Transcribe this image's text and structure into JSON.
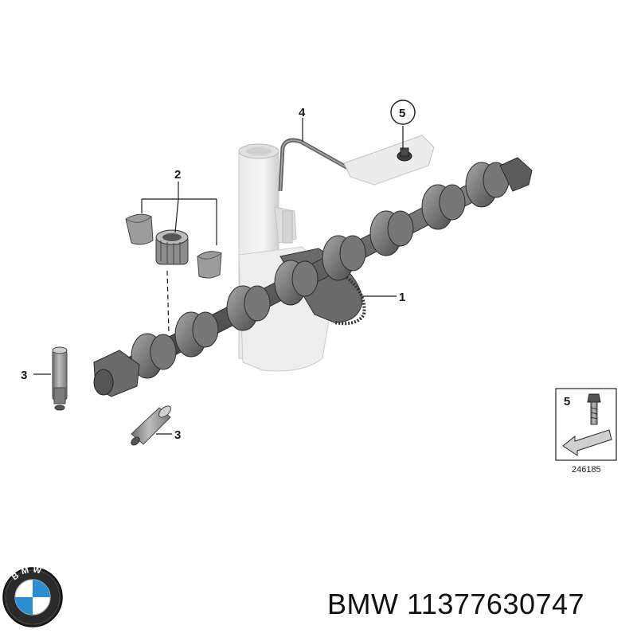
{
  "callouts": {
    "c1": "1",
    "c2": "2",
    "c3a": "3",
    "c3b": "3",
    "c4": "4",
    "c5": "5"
  },
  "inset": {
    "label": "5",
    "ref_number": "246185"
  },
  "brand": {
    "logo_text": "BMW",
    "caption": "BMW 11377630747"
  }
}
